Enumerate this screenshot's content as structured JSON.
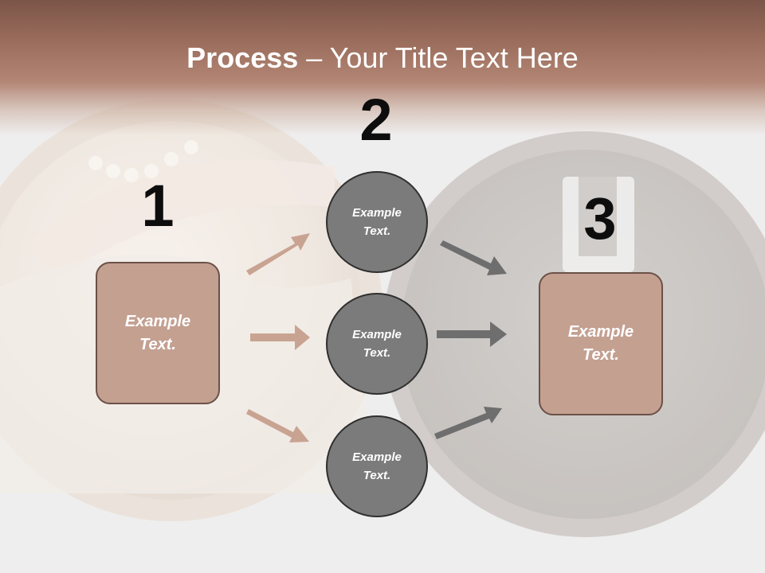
{
  "header": {
    "title_bold": "Process",
    "title_rest": " – Your Title Text Here"
  },
  "steps": [
    {
      "number": "1",
      "label": "Example\nText."
    },
    {
      "number": "2",
      "items": [
        "Example\nText.",
        "Example\nText.",
        "Example\nText."
      ]
    },
    {
      "number": "3",
      "label": "Example\nText."
    }
  ],
  "colors": {
    "header_brown": "#8a5f50",
    "box_fill": "#c4a091",
    "box_border": "#6b5148",
    "circle_fill": "#7c7b7b",
    "circle_border": "#2f2f2f",
    "arrow_left": "#c9a392",
    "arrow_right": "#6f6e6e"
  },
  "icons": [
    "arrow-right-icon"
  ]
}
